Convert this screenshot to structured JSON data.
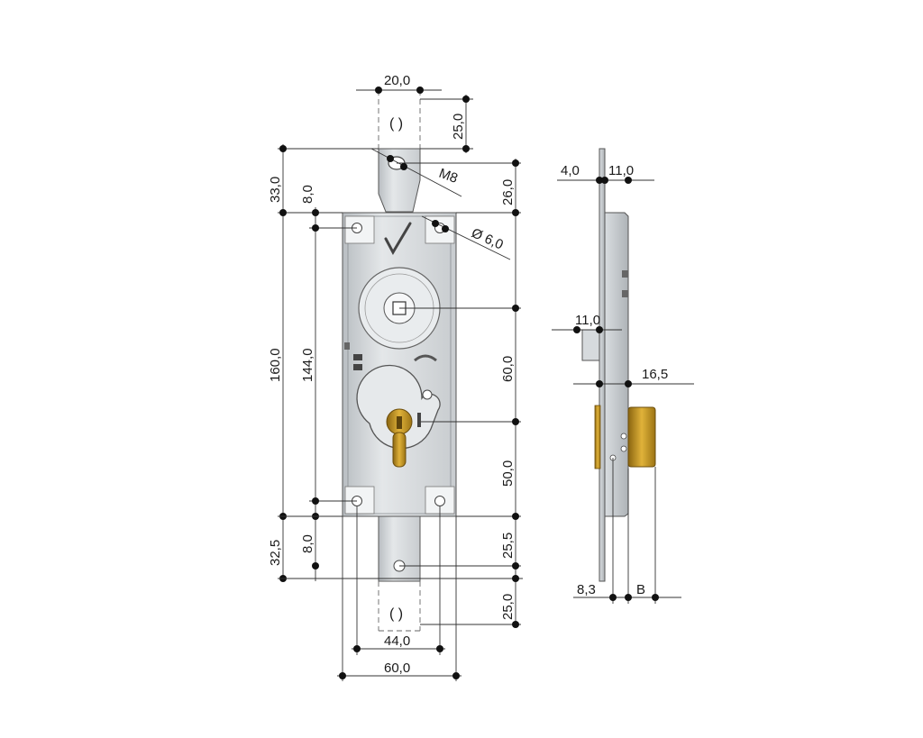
{
  "dimensions": {
    "top_tab_width": "20,0",
    "top_tab_height": "25,0",
    "m8": "M8",
    "upper_overall": "33,0",
    "upper_offset": "8,0",
    "upper_tab": "26,0",
    "hole_dia": "Ø 6,0",
    "body_height": "160,0",
    "hole_spacing": "144,0",
    "axis_upper": "60,0",
    "axis_lower": "50,0",
    "lower_overall": "32,5",
    "lower_offset": "8,0",
    "lower_tab": "25,5",
    "bottom_tab_height": "25,0",
    "hole_pitch": "44,0",
    "body_width": "60,0",
    "side_plate": "4,0",
    "side_top": "11,0",
    "side_spindle": "11,0",
    "side_cylinder": "16,5",
    "side_bottom": "8,3",
    "side_b": "B"
  },
  "colors": {
    "plate": "#cfd3d6",
    "plate_light": "#eceff1",
    "outline": "#555555",
    "brass": "#c99a1e"
  }
}
